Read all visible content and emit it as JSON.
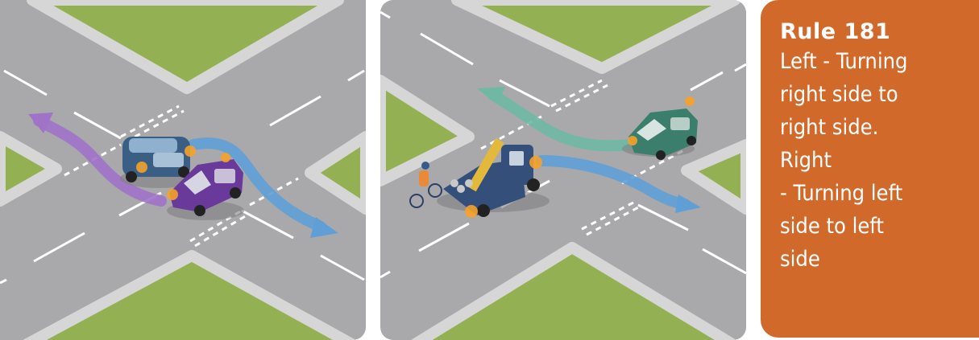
{
  "colors": {
    "road": "#a9a9ab",
    "grass": "#93b152",
    "kerb": "#d6d6d6",
    "marking": "#ffffff",
    "panel_orange": "#d1692b",
    "arrow_purple": "#a072c8",
    "arrow_blue": "#5f9fd6",
    "arrow_teal": "#6fb8a4",
    "indicator": "#f5a12a",
    "car_blue": "#3b5f84",
    "car_purple": "#6a3a9a",
    "car_green": "#3c7e6c",
    "truck_blue": "#34507a"
  },
  "diagrams": [
    {
      "name": "left-junction",
      "description": "Two cars turning right offside to offside",
      "vehicles": [
        "blue-hatchback",
        "purple-hatchback"
      ],
      "arrows": [
        "purple-arrow",
        "blue-arrow"
      ]
    },
    {
      "name": "right-junction",
      "description": "Vehicles turning right nearside to nearside",
      "vehicles": [
        "flatbed-truck",
        "green-hatchback",
        "cyclist"
      ],
      "arrows": [
        "teal-arrow",
        "blue-arrow"
      ]
    }
  ],
  "caption": {
    "title": "Rule 181",
    "lines": [
      "Left - Turning",
      "right side to",
      "right side.",
      "Right",
      "- Turning left",
      "side to left",
      "side"
    ]
  }
}
